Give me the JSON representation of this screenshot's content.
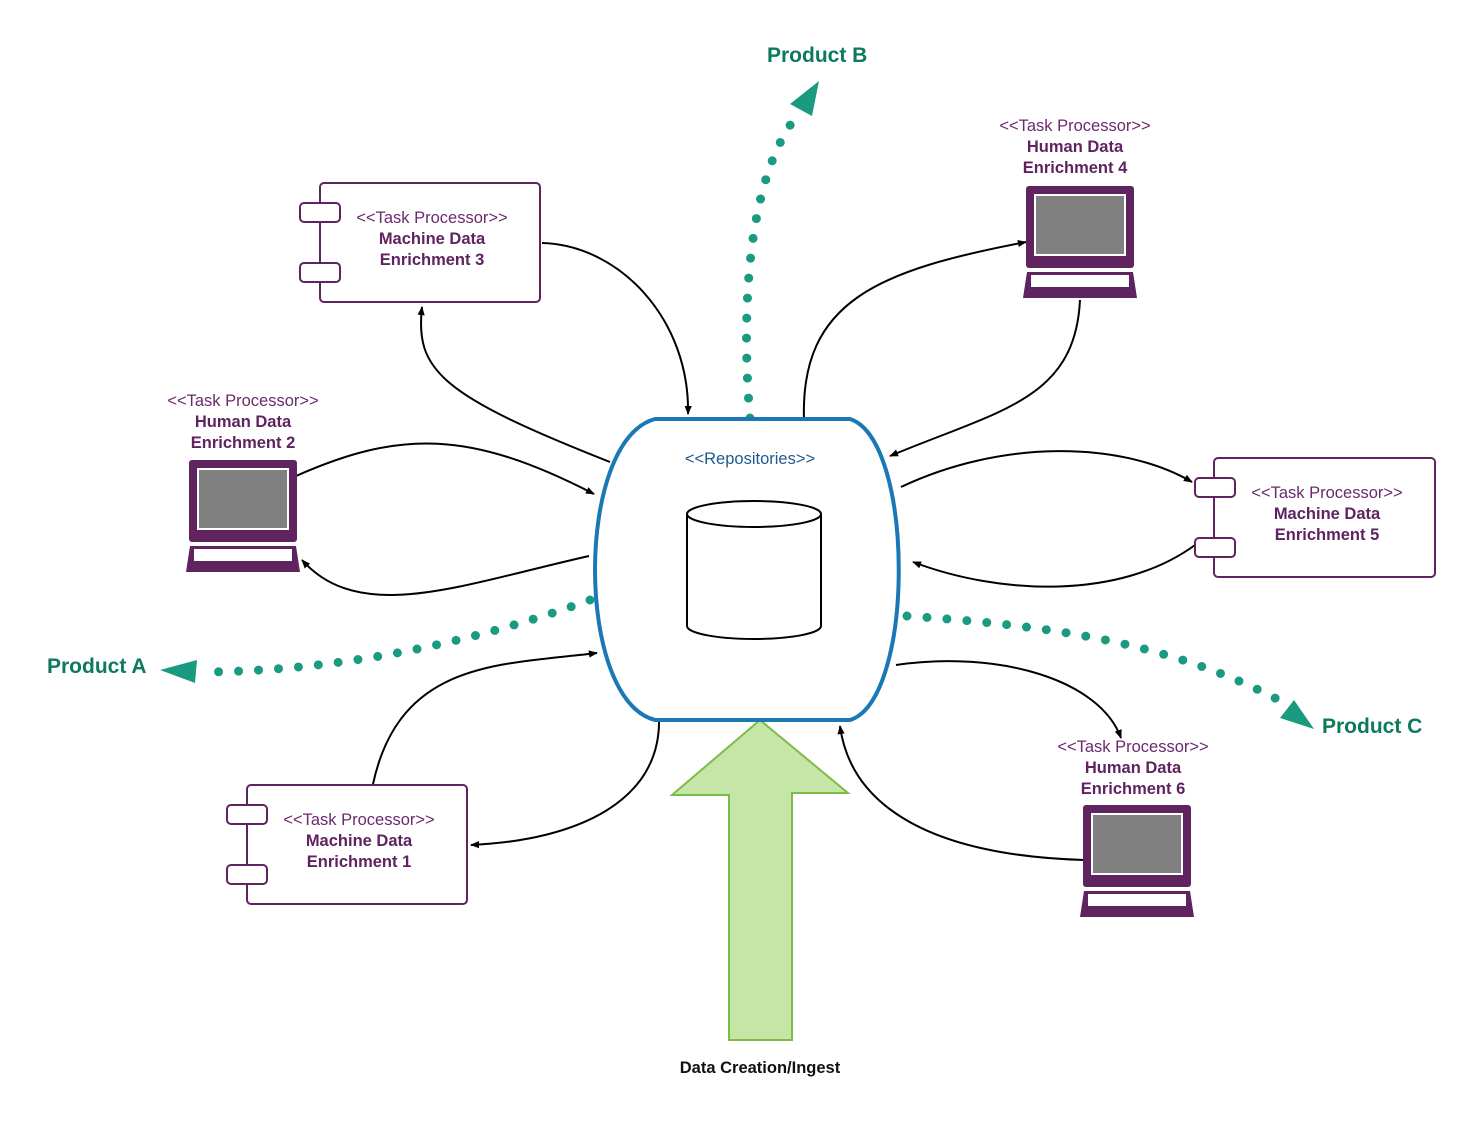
{
  "colors": {
    "purple": "#5f235f",
    "teal": "#1a9a80",
    "repo_blue": "#1b78b6",
    "arrow_green_fill": "#c6e6a8",
    "arrow_green_stroke": "#7dbb48",
    "screen_gray": "#808080"
  },
  "repository": {
    "stereotype": "<<Repositories>>",
    "icon": "database-cylinder-icon"
  },
  "machine_enrichment": [
    {
      "stereotype": "<<Task Processor>>",
      "line1": "Machine Data",
      "line2": "Enrichment 1",
      "icon": "component-icon"
    },
    {
      "stereotype": "<<Task Processor>>",
      "line1": "Machine Data",
      "line2": "Enrichment 3",
      "icon": "component-icon"
    },
    {
      "stereotype": "<<Task Processor>>",
      "line1": "Machine Data",
      "line2": "Enrichment 5",
      "icon": "component-icon"
    }
  ],
  "human_enrichment": [
    {
      "stereotype": "<<Task Processor>>",
      "line1": "Human Data",
      "line2": "Enrichment 2",
      "icon": "laptop-icon"
    },
    {
      "stereotype": "<<Task Processor>>",
      "line1": "Human Data",
      "line2": "Enrichment 4",
      "icon": "laptop-icon"
    },
    {
      "stereotype": "<<Task Processor>>",
      "line1": "Human Data",
      "line2": "Enrichment 6",
      "icon": "laptop-icon"
    }
  ],
  "products": [
    "Product A",
    "Product B",
    "Product C"
  ],
  "ingest_label": "Data Creation/Ingest"
}
